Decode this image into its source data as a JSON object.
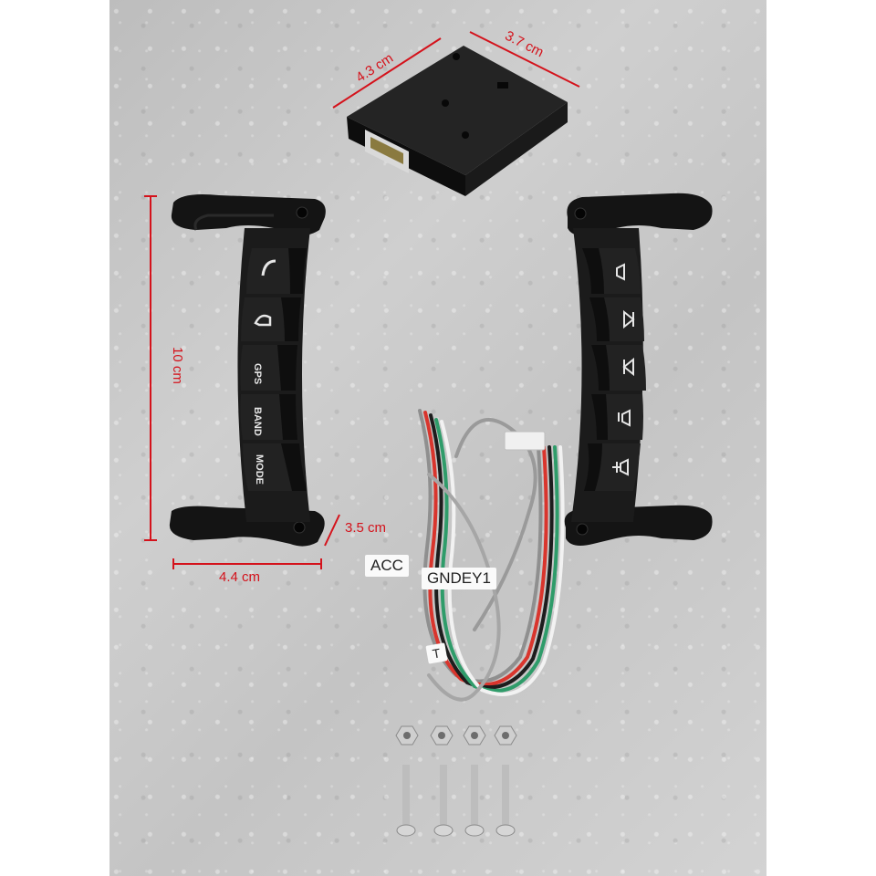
{
  "dimensions": {
    "box_width": "4.3 cm",
    "box_depth": "3.7 cm",
    "remote_height": "10 cm",
    "remote_width": "4.4 cm",
    "remote_depth": "3.5 cm"
  },
  "left_remote": {
    "buttons": [
      "GPS",
      "BAND",
      "MODE"
    ]
  },
  "wire_tags": {
    "acc": "ACC",
    "gnd_key": "GNDEY1",
    "third": "T"
  },
  "colors": {
    "dimension_red": "#d4121b",
    "device_black": "#161616",
    "background_stone": "#c6c6c6"
  },
  "icons": [
    "phone-answer-icon",
    "phone-hangup-icon",
    "volume-mute-icon",
    "next-track-icon",
    "previous-track-icon",
    "volume-down-icon",
    "volume-up-icon"
  ]
}
